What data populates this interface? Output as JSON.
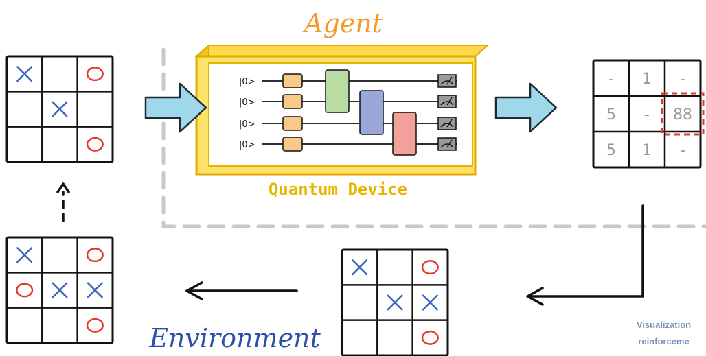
{
  "labels": {
    "agent": "Agent",
    "quantum_device": "Quantum Device",
    "environment": "Environment"
  },
  "circuit": {
    "qubit_labels": [
      "|0>",
      "|0>",
      "|0>",
      "|0>"
    ]
  },
  "boards": {
    "input_state": [
      "X",
      "",
      "O",
      "",
      "X",
      "",
      "",
      "",
      "O"
    ],
    "next_state": [
      "X",
      "",
      "O",
      "O",
      "X",
      "X",
      "",
      "",
      "O"
    ],
    "action_state": [
      "X",
      "",
      "O",
      "",
      "X",
      "X",
      "",
      "",
      "O"
    ]
  },
  "q_values": {
    "cells": [
      "-",
      "1",
      "-",
      "5",
      "-",
      "88",
      "5",
      "1",
      "-"
    ],
    "selected_value": "88"
  },
  "caption": {
    "line1": "Visualization",
    "line2": "reinforceme"
  },
  "colors": {
    "agent_label": "#f59a2a",
    "device_frame": "#f5c518",
    "device_label": "#e8b400",
    "environment_label": "#2f4fa8",
    "x_mark": "#3a64b5",
    "o_mark": "#e03a2c",
    "arrow_fill": "#9fd8e8",
    "selection": "#e03a2c",
    "dashed_line": "#c8c8c8"
  }
}
